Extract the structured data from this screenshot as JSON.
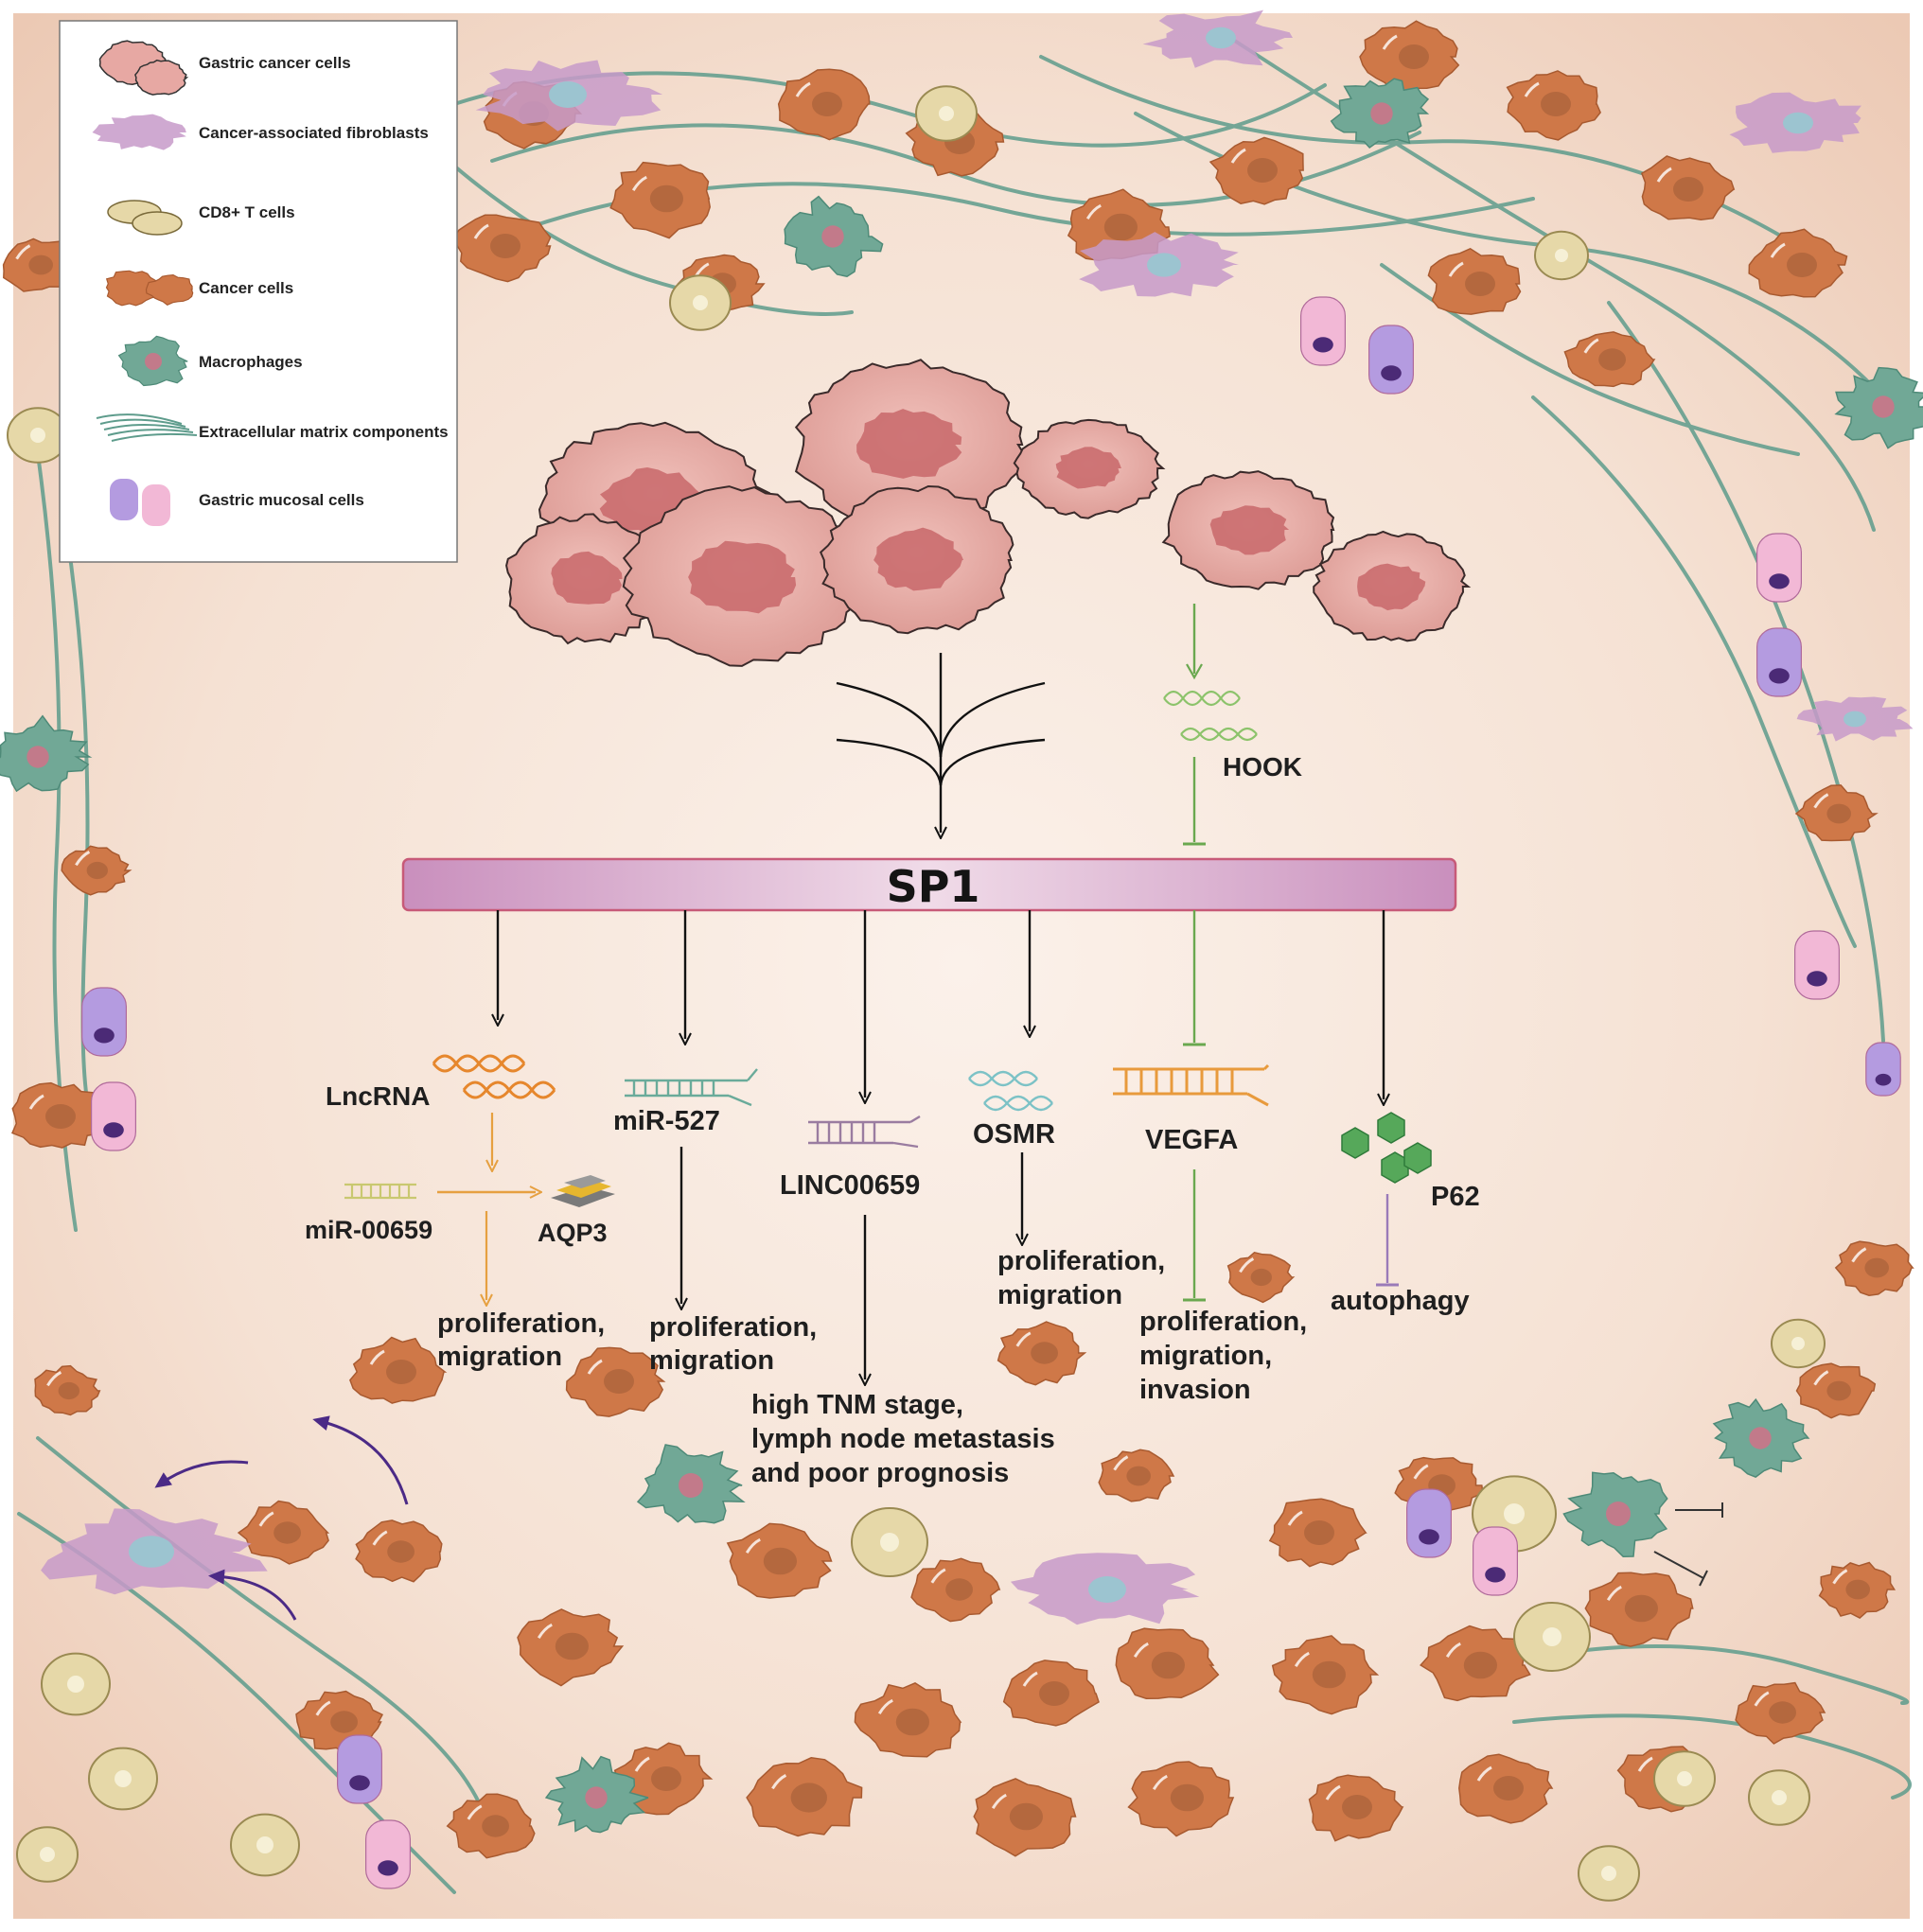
{
  "legend": {
    "items": [
      {
        "key": "gastric_cancer",
        "label": "Gastric cancer cells"
      },
      {
        "key": "caf",
        "label": "Cancer-associated fibroblasts"
      },
      {
        "key": "cd8",
        "label": "CD8+ T cells"
      },
      {
        "key": "cancer",
        "label": "Cancer cells"
      },
      {
        "key": "macrophage",
        "label": "Macrophages"
      },
      {
        "key": "ecm",
        "label": "Extracellular matrix components"
      },
      {
        "key": "mucosal",
        "label": "Gastric mucosal  cells"
      }
    ]
  },
  "hub": {
    "label": "SP1"
  },
  "upstream": {
    "hook": "HOOK"
  },
  "targets": {
    "lncrna": "LncRNA",
    "mir00659": "miR-00659",
    "aqp3": "AQP3",
    "mir527": "miR-527",
    "linc00659": "LINC00659",
    "osmr": "OSMR",
    "vegfa": "VEGFA",
    "p62": "P62"
  },
  "outcomes": {
    "lncrna": [
      "proliferation,",
      "migration"
    ],
    "mir527": [
      "proliferation,",
      "migration"
    ],
    "linc00659": [
      "high TNM stage,",
      "lymph node metastasis",
      "and poor prognosis"
    ],
    "osmr": [
      "proliferation,",
      "migration"
    ],
    "vegfa": [
      "proliferation,",
      "migration,",
      "invasion"
    ],
    "p62": [
      "autophagy"
    ]
  },
  "colors": {
    "background": "#f6e3d7",
    "sp1_bar": "#dcb0cf",
    "sp1_border": "#c75a78",
    "ecm_fiber": "#5e9c8c",
    "cancer_cell": "#cf7848",
    "gastric_cancer_cell": "#e7a8a3",
    "fibroblast": "#c79ac9",
    "macrophage": "#71a896",
    "cd8_cell": "#e6d8a8",
    "lncrna_orange": "#e6872d",
    "inhibit_green": "#6aa84f",
    "p62_green": "#4f9e55",
    "arrow_purple": "#4b2a86"
  }
}
